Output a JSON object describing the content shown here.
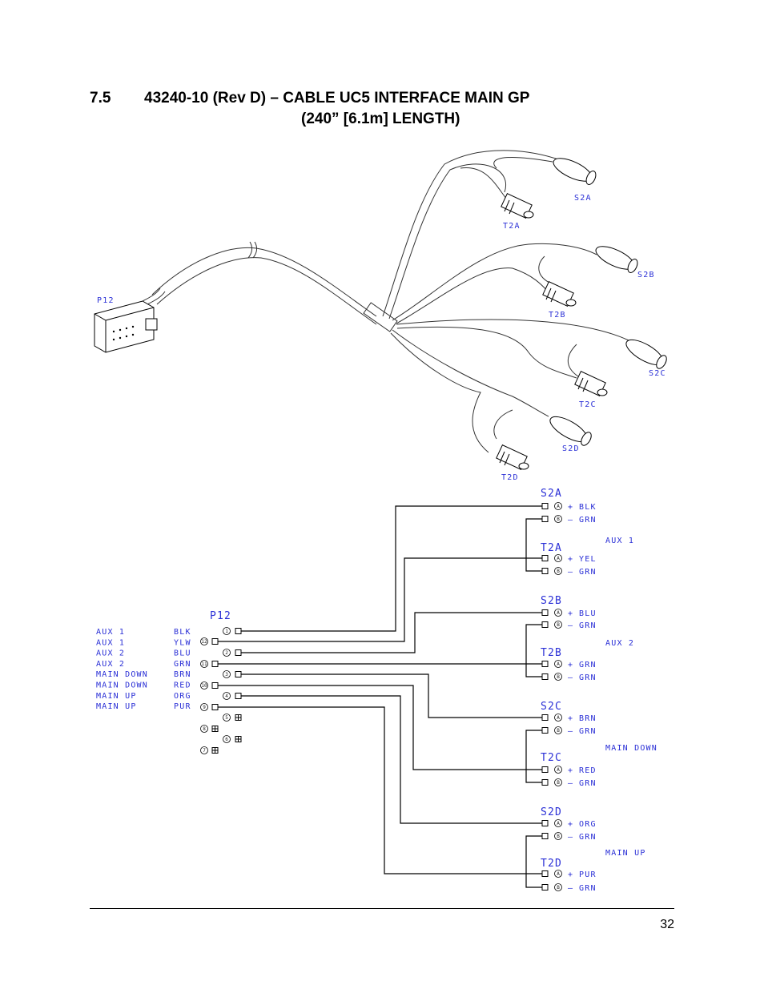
{
  "header": {
    "section_number": "7.5",
    "title_line1": "43240-10 (Rev D) – CABLE UC5 INTERFACE MAIN GP",
    "title_line2": "(240” [6.1m] LENGTH)"
  },
  "illustration": {
    "connector_labels": [
      "P12",
      "S2A",
      "T2A",
      "S2B",
      "T2B",
      "S2C",
      "T2C",
      "S2D",
      "T2D"
    ]
  },
  "schematic": {
    "p12_label": "P12",
    "p12_functions": [
      "AUX 1",
      "AUX 1",
      "AUX 2",
      "AUX 2",
      "MAIN DOWN",
      "MAIN DOWN",
      "MAIN UP",
      "MAIN UP"
    ],
    "p12_colors": [
      "BLK",
      "YLW",
      "BLU",
      "GRN",
      "BRN",
      "RED",
      "ORG",
      "PUR"
    ],
    "p12_pins_right": [
      "1",
      "2",
      "3",
      "4",
      "5",
      "6"
    ],
    "p12_pins_left": [
      "12",
      "11",
      "10",
      "9",
      "8",
      "7"
    ],
    "connectors": [
      {
        "name": "S2A",
        "pos": "+",
        "pos_color": "BLK",
        "neg": "–",
        "neg_color": "GRN"
      },
      {
        "name": "T2A",
        "pos": "+",
        "pos_color": "YEL",
        "neg": "–",
        "neg_color": "GRN"
      },
      {
        "name": "S2B",
        "pos": "+",
        "pos_color": "BLU",
        "neg": "–",
        "neg_color": "GRN"
      },
      {
        "name": "T2B",
        "pos": "+",
        "pos_color": "GRN",
        "neg": "–",
        "neg_color": "GRN"
      },
      {
        "name": "S2C",
        "pos": "+",
        "pos_color": "BRN",
        "neg": "–",
        "neg_color": "GRN"
      },
      {
        "name": "T2C",
        "pos": "+",
        "pos_color": "RED",
        "neg": "–",
        "neg_color": "GRN"
      },
      {
        "name": "S2D",
        "pos": "+",
        "pos_color": "ORG",
        "neg": "–",
        "neg_color": "GRN"
      },
      {
        "name": "T2D",
        "pos": "+",
        "pos_color": "PUR",
        "neg": "–",
        "neg_color": "GRN"
      }
    ],
    "pin_a": "A",
    "pin_b": "B",
    "group_labels": [
      "AUX 1",
      "AUX 2",
      "MAIN DOWN",
      "MAIN UP"
    ]
  },
  "footer": {
    "page_number": "32"
  },
  "colors": {
    "label_blue": "#2a2fd6",
    "line": "#000000"
  }
}
